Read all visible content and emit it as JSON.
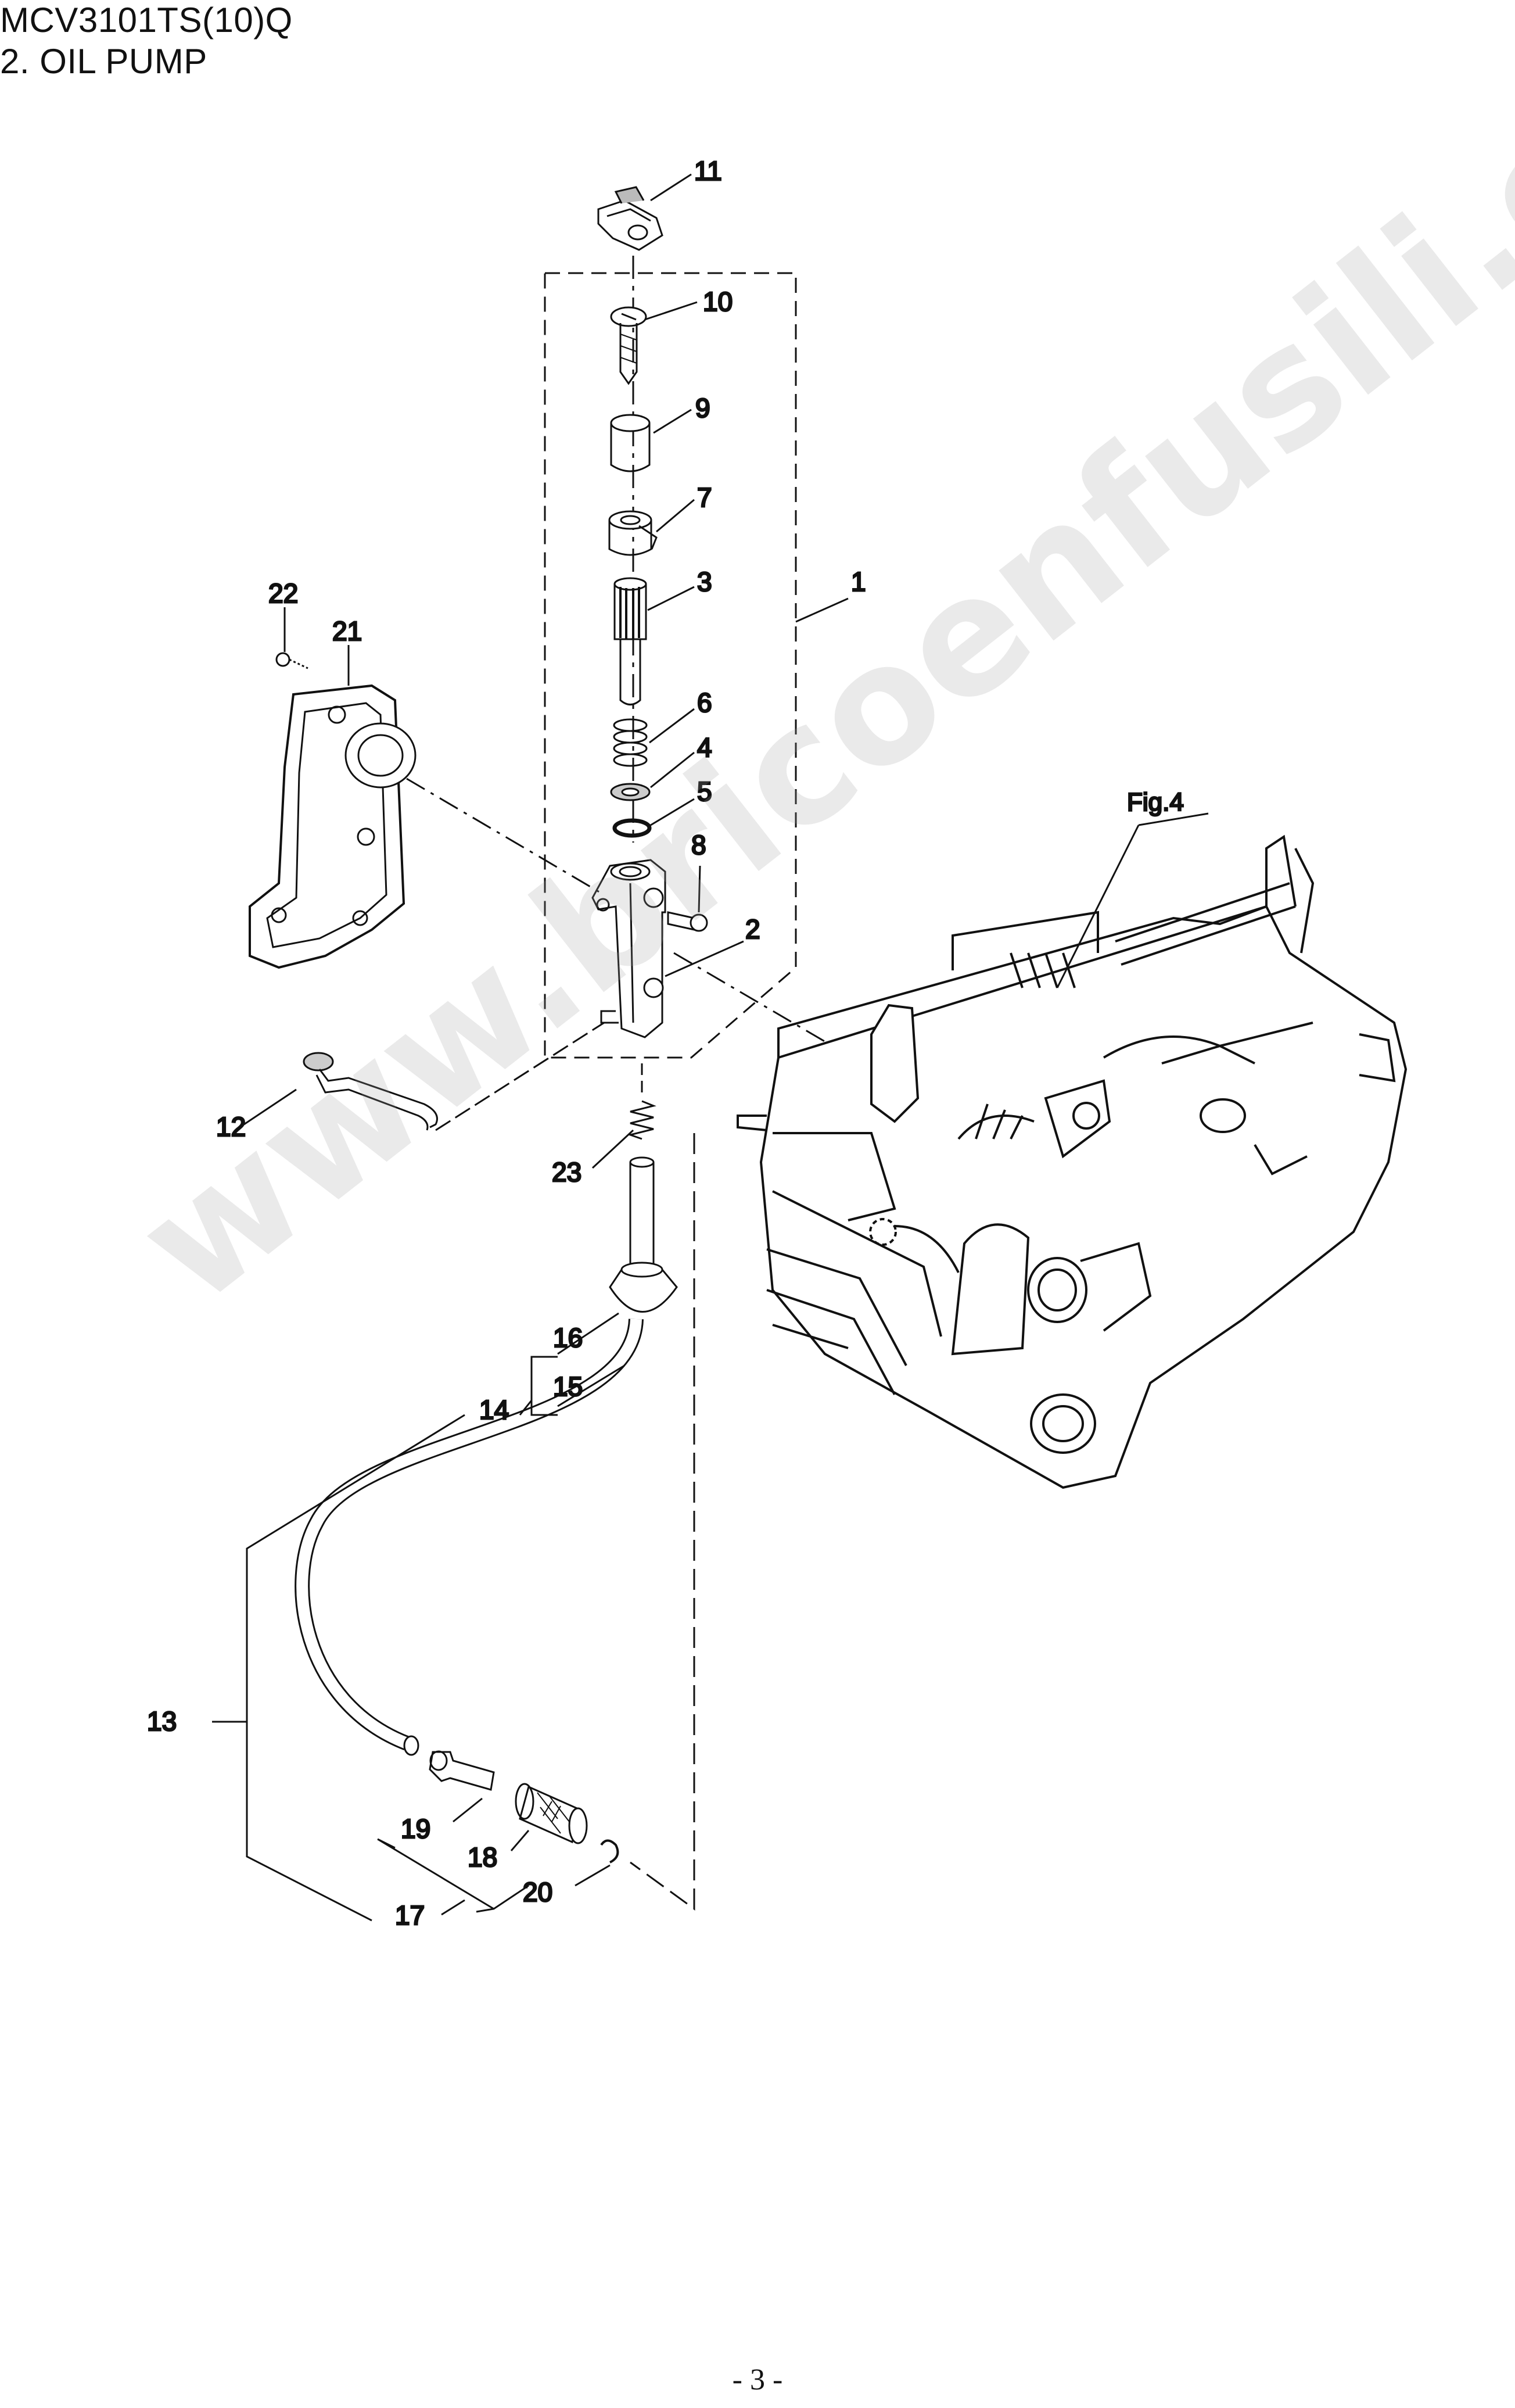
{
  "header": {
    "model": "MCV3101TS(10)Q",
    "section": "2. OIL PUMP"
  },
  "diagram": {
    "fig_reference": "Fig.4",
    "callouts": {
      "c1": "1",
      "c2": "2",
      "c3": "3",
      "c4": "4",
      "c5": "5",
      "c6": "6",
      "c7": "7",
      "c8": "8",
      "c9": "9",
      "c10": "10",
      "c11": "11",
      "c12": "12",
      "c13": "13",
      "c14": "14",
      "c15": "15",
      "c16": "16",
      "c17": "17",
      "c18": "18",
      "c19": "19",
      "c20": "20",
      "c21": "21",
      "c22": "22",
      "c23": "23"
    }
  },
  "watermark": "www.bricoenfusili.com",
  "footer": {
    "page": "- 3 -"
  }
}
